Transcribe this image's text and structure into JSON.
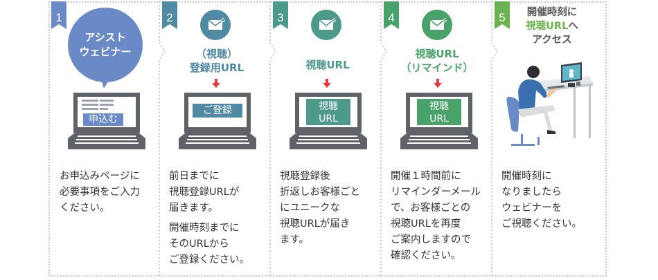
{
  "colors": {
    "step1": "#6a8ac7",
    "step2": "#4f8aa2",
    "step3": "#4b9a8a",
    "step4": "#48a26a",
    "step5": "#6ab14f",
    "arrow": "#e23a3a",
    "laptop": "#5f6367",
    "border": "#c8c8c8"
  },
  "steps": [
    {
      "number": "1",
      "bubble_lines": [
        "アシスト",
        "ウェビナー"
      ],
      "screen_label": "申込む",
      "desc_lines": [
        "お申込みページに",
        "必要事項をご入力",
        "ください。"
      ]
    },
    {
      "number": "2",
      "title_lines": [
        "（視聴）",
        "登録用URL"
      ],
      "icon": "mail-icon",
      "screen_label": "ご登録",
      "desc_lines": [
        "前日までに",
        "視聴登録URLが",
        "届きます。"
      ],
      "desc_lines_2": [
        "開催時刻までに",
        "そのURLから",
        "ご登録ください。"
      ]
    },
    {
      "number": "3",
      "title_lines": [
        "視聴URL"
      ],
      "icon": "mail-icon",
      "screen_lines": [
        "視聴",
        "URL"
      ],
      "desc_lines": [
        "視聴登録後",
        "折返しお客様ごと",
        "にユニークな",
        "視聴URLが届き",
        "ます。"
      ]
    },
    {
      "number": "4",
      "title_lines": [
        "視聴URL",
        "（リマインド）"
      ],
      "icon": "mail-icon",
      "screen_lines": [
        "視聴",
        "URL"
      ],
      "desc_lines": [
        "開催１時間前に",
        "リマインダーメール",
        "で、お客様ごとの",
        "視聴URLを再度",
        "ご案内しますので",
        "確認ください。"
      ]
    },
    {
      "number": "5",
      "title_line1": "開催時刻に",
      "title_line2_highlight": "視聴URL",
      "title_line2_rest": "へ",
      "title_line3": "アクセス",
      "icon": "person-at-computer-icon",
      "desc_lines": [
        "開催時刻に",
        "なりましたら",
        "ウェビナーを",
        "ご視聴ください。"
      ]
    }
  ]
}
